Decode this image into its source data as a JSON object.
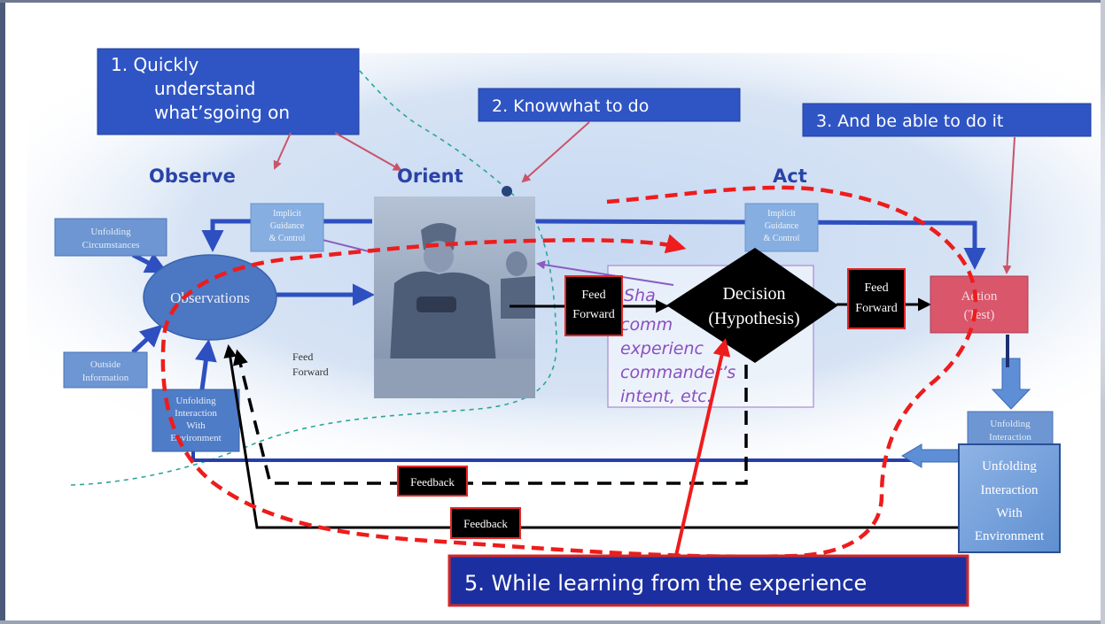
{
  "callouts": {
    "c1": [
      "1.   Quickly",
      "understand",
      "what’sgoing on"
    ],
    "c2": "2.   Knowwhat to do",
    "c3": "3.   And be able to do it",
    "c5": "5.   While learning from the experience"
  },
  "phases": {
    "observe": "Observe",
    "orient": "Orient",
    "act": "Act"
  },
  "inputs": {
    "unfolding_circumstances": [
      "Unfolding",
      "Circumstances"
    ],
    "outside_information": [
      "Outside",
      "Information"
    ],
    "unfolding_interaction_left": [
      "Unfolding",
      "Interaction",
      "With",
      "Environment"
    ],
    "unfolding_interaction_right_small": [
      "Unfolding",
      "Interaction"
    ],
    "unfolding_interaction_right": [
      "Unfolding",
      "Interaction",
      "With",
      "Environment"
    ]
  },
  "guidance": {
    "left": [
      "Implicit",
      "Guidance",
      "& Control"
    ],
    "right": [
      "Implicit",
      "Guidance",
      "& Control"
    ]
  },
  "nodes": {
    "observations": "Observations",
    "decision": [
      "Decision",
      "(Hypothesis)"
    ],
    "action": [
      "Action",
      "(Test)"
    ],
    "feed_forward_small": [
      "Feed",
      "Forward"
    ],
    "feed_forward_1": [
      "Feed",
      "Forward"
    ],
    "feed_forward_2": [
      "Feed",
      "Forward"
    ],
    "feedback_1": "Feedback",
    "feedback_2": "Feedback"
  },
  "orient_notes": [
    "Sha",
    "comm",
    "experienc",
    "commander’s",
    "intent, etc."
  ],
  "colors": {
    "callout_fill": "#2f55c4",
    "phase_text": "#2a43a8",
    "annotation_red": "#ee1c1c",
    "arrow_blue": "#2e4fc0",
    "orient_text": "#8a4fc2",
    "action_fill": "#d9566b"
  }
}
